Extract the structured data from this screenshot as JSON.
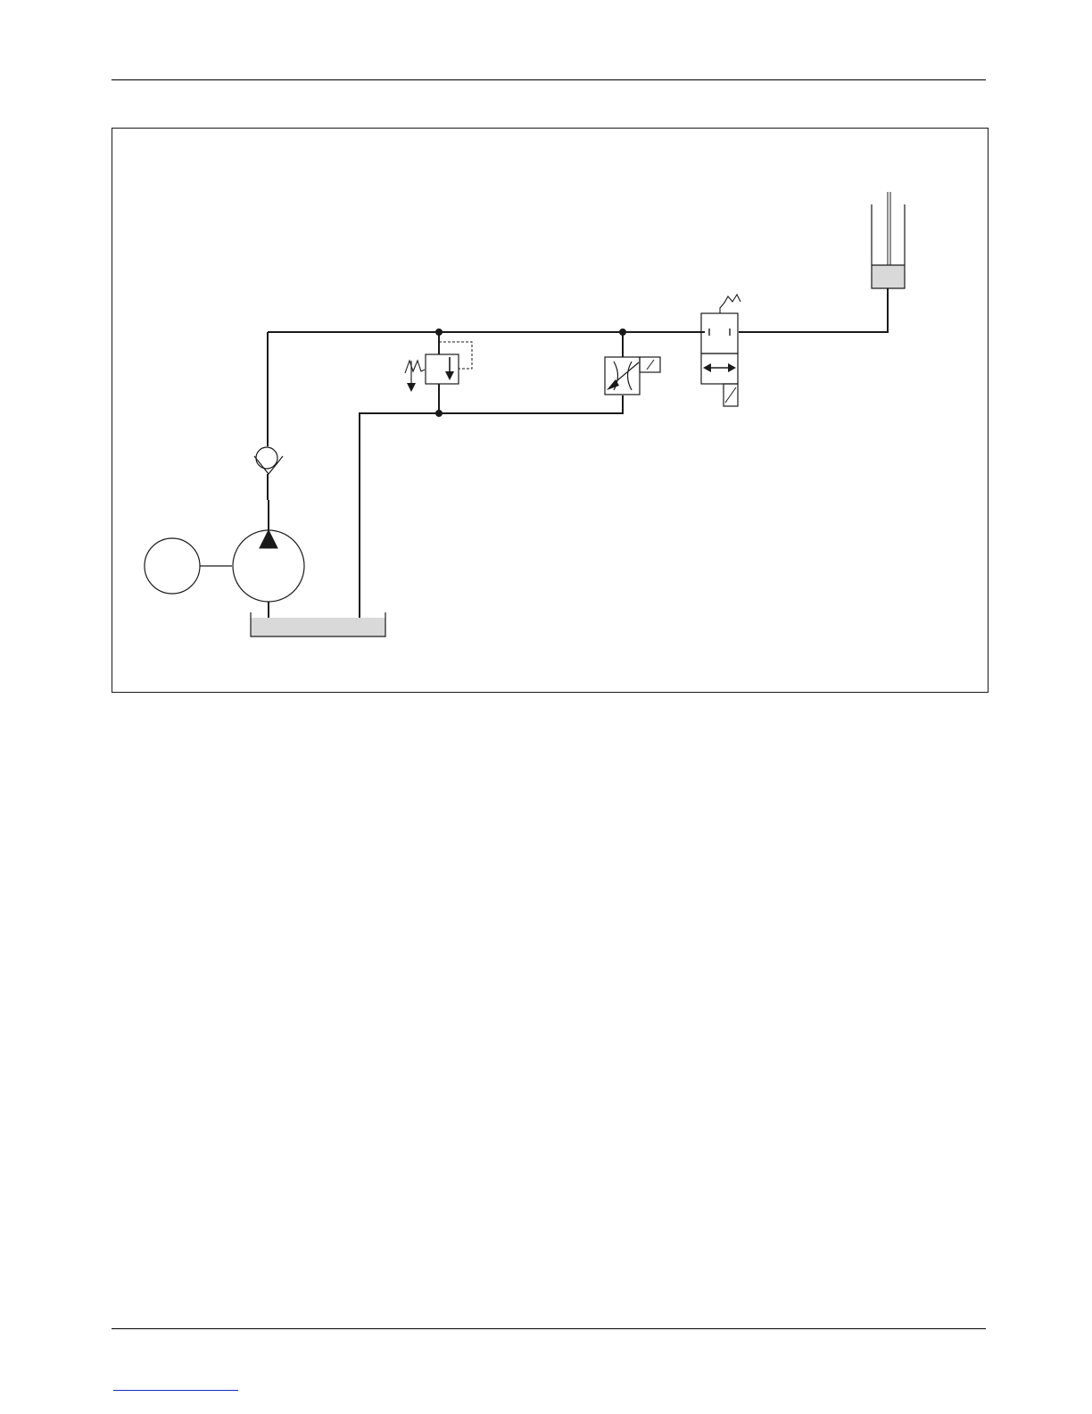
{
  "page": {
    "header_rule": true,
    "footer_rule": true,
    "footer_link_text": ""
  },
  "diagram": {
    "type": "hydraulic-schematic",
    "components": [
      {
        "name": "electric-motor",
        "symbol": "circle"
      },
      {
        "name": "hydraulic-pump",
        "symbol": "circle-with-triangle"
      },
      {
        "name": "check-valve",
        "symbol": "ball-and-seat"
      },
      {
        "name": "pressure-relief-valve",
        "symbol": "spring-loaded-valve-with-pilot"
      },
      {
        "name": "variable-flow-control-valve",
        "symbol": "adjustable-restrictor-with-solenoid"
      },
      {
        "name": "directional-control-valve",
        "symbol": "2-position-solenoid-spring-return"
      },
      {
        "name": "hydraulic-cylinder",
        "symbol": "single-acting-ram"
      },
      {
        "name": "reservoir",
        "symbol": "open-tank"
      }
    ],
    "colors": {
      "line": "#1a1a1a",
      "fluid": "#d9d9d9",
      "footer_link": "#1d2bc6"
    }
  }
}
